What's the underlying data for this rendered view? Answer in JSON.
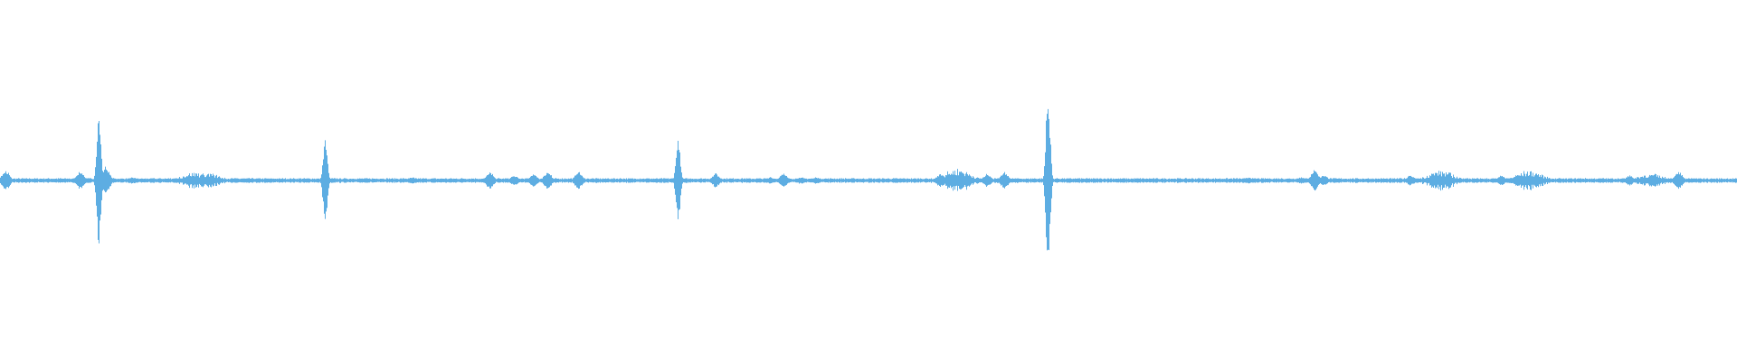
{
  "waveform": {
    "color": "#5DADE2",
    "background": "#ffffff",
    "events": [
      {
        "t": 0.003,
        "amp": 0.06,
        "kind": "burst"
      },
      {
        "t": 0.046,
        "amp": 0.05,
        "kind": "burst"
      },
      {
        "t": 0.057,
        "amp": 0.4,
        "kind": "spike"
      },
      {
        "t": 0.061,
        "amp": 0.08,
        "kind": "burst"
      },
      {
        "t": 0.076,
        "amp": 0.02,
        "kind": "burst"
      },
      {
        "t": 0.112,
        "amp": 0.05,
        "kind": "cluster"
      },
      {
        "t": 0.12,
        "amp": 0.04,
        "kind": "cluster"
      },
      {
        "t": 0.187,
        "amp": 0.26,
        "kind": "spike"
      },
      {
        "t": 0.237,
        "amp": 0.02,
        "kind": "burst"
      },
      {
        "t": 0.282,
        "amp": 0.05,
        "kind": "burst"
      },
      {
        "t": 0.296,
        "amp": 0.03,
        "kind": "burst"
      },
      {
        "t": 0.307,
        "amp": 0.04,
        "kind": "burst"
      },
      {
        "t": 0.315,
        "amp": 0.05,
        "kind": "burst"
      },
      {
        "t": 0.333,
        "amp": 0.05,
        "kind": "burst"
      },
      {
        "t": 0.39,
        "amp": 0.26,
        "kind": "spike"
      },
      {
        "t": 0.412,
        "amp": 0.04,
        "kind": "burst"
      },
      {
        "t": 0.443,
        "amp": 0.02,
        "kind": "burst"
      },
      {
        "t": 0.451,
        "amp": 0.04,
        "kind": "burst"
      },
      {
        "t": 0.461,
        "amp": 0.02,
        "kind": "burst"
      },
      {
        "t": 0.47,
        "amp": 0.02,
        "kind": "burst"
      },
      {
        "t": 0.541,
        "amp": 0.04,
        "kind": "burst"
      },
      {
        "t": 0.551,
        "amp": 0.07,
        "kind": "cluster"
      },
      {
        "t": 0.568,
        "amp": 0.04,
        "kind": "burst"
      },
      {
        "t": 0.578,
        "amp": 0.05,
        "kind": "burst"
      },
      {
        "t": 0.603,
        "amp": 0.52,
        "kind": "spike"
      },
      {
        "t": 0.718,
        "amp": 0.02,
        "kind": "burst"
      },
      {
        "t": 0.749,
        "amp": 0.02,
        "kind": "burst"
      },
      {
        "t": 0.757,
        "amp": 0.06,
        "kind": "burst"
      },
      {
        "t": 0.762,
        "amp": 0.03,
        "kind": "burst"
      },
      {
        "t": 0.812,
        "amp": 0.03,
        "kind": "burst"
      },
      {
        "t": 0.829,
        "amp": 0.06,
        "kind": "cluster"
      },
      {
        "t": 0.864,
        "amp": 0.03,
        "kind": "burst"
      },
      {
        "t": 0.88,
        "amp": 0.06,
        "kind": "cluster"
      },
      {
        "t": 0.938,
        "amp": 0.03,
        "kind": "burst"
      },
      {
        "t": 0.95,
        "amp": 0.04,
        "kind": "cluster"
      },
      {
        "t": 0.966,
        "amp": 0.05,
        "kind": "burst"
      }
    ]
  }
}
